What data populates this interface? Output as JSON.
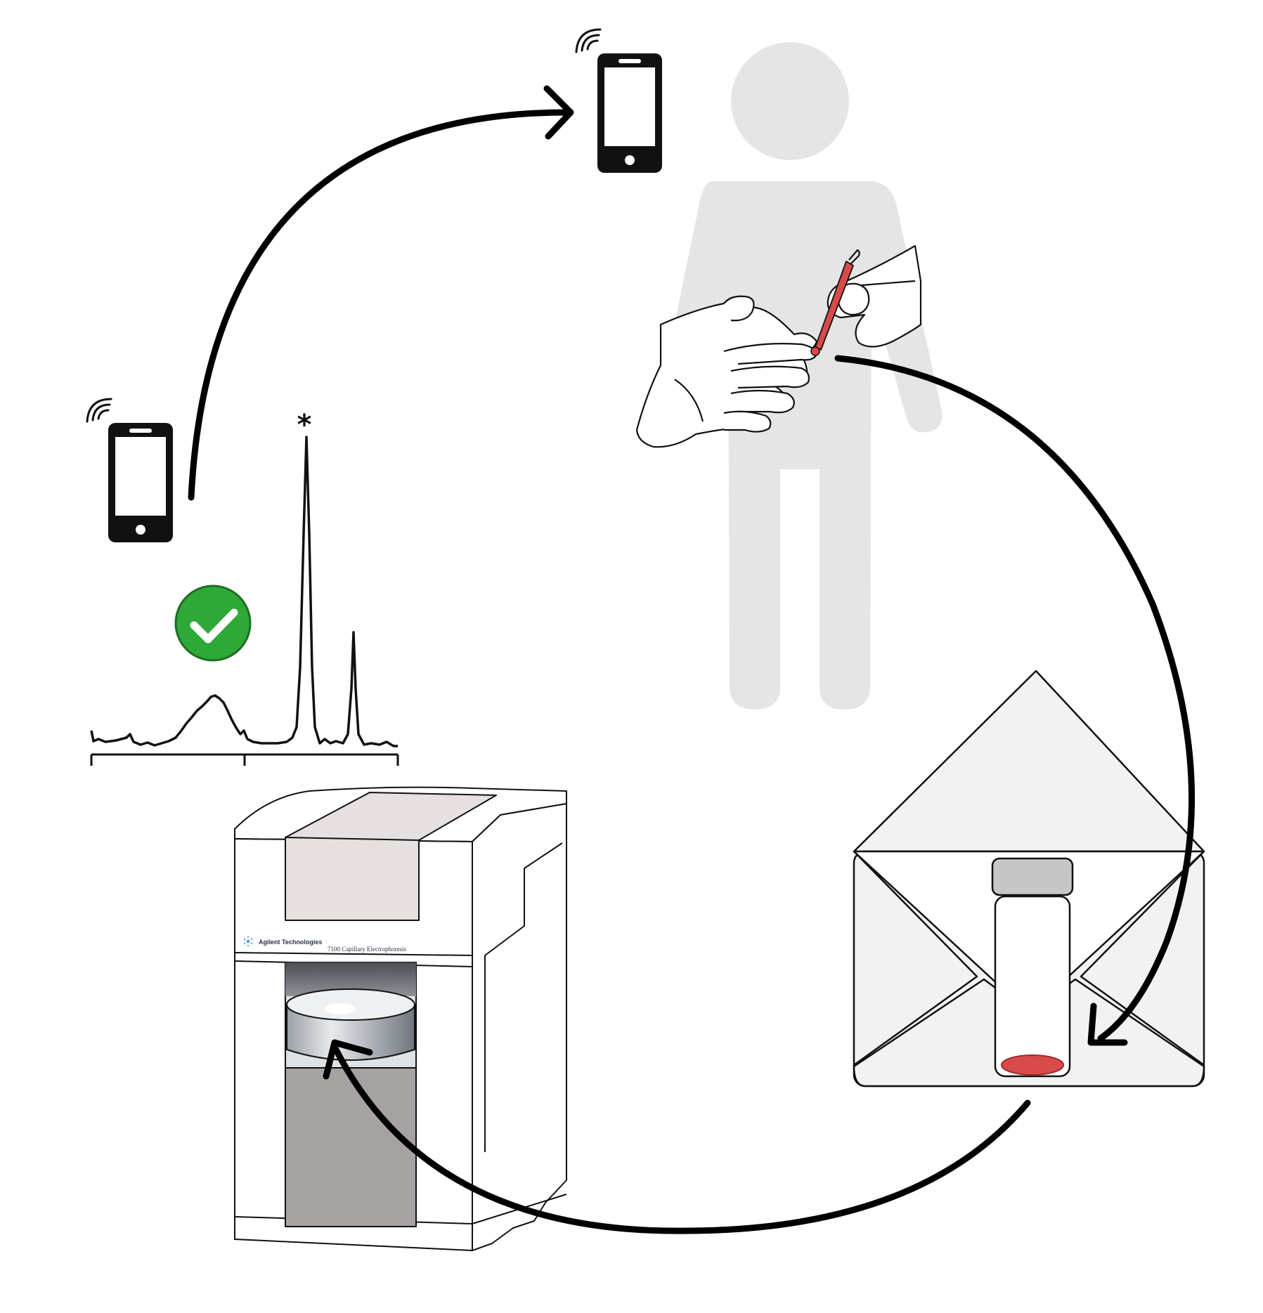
{
  "instrument": {
    "brand_label": "Agilent Technologies",
    "model_label": "7100 Capillary Electrophoresis"
  },
  "chromatogram": {
    "peak_marker": "*"
  },
  "icons": [
    "smartphone-signal-icon-left",
    "smartphone-signal-icon-top",
    "person-silhouette-icon",
    "finger-prick-icon",
    "envelope-with-vial-icon",
    "check-circle-icon",
    "capillary-electrophoresis-instrument-icon"
  ],
  "colors": {
    "person": "#e5e5e5",
    "check": "#2ea836",
    "blood": "#d94a4a",
    "vial_cap": "#c6c6c6",
    "instrument_panel": "#e7e0e0",
    "instrument_lower": "#a7a2a2",
    "envelope": "#f2f2f2"
  }
}
